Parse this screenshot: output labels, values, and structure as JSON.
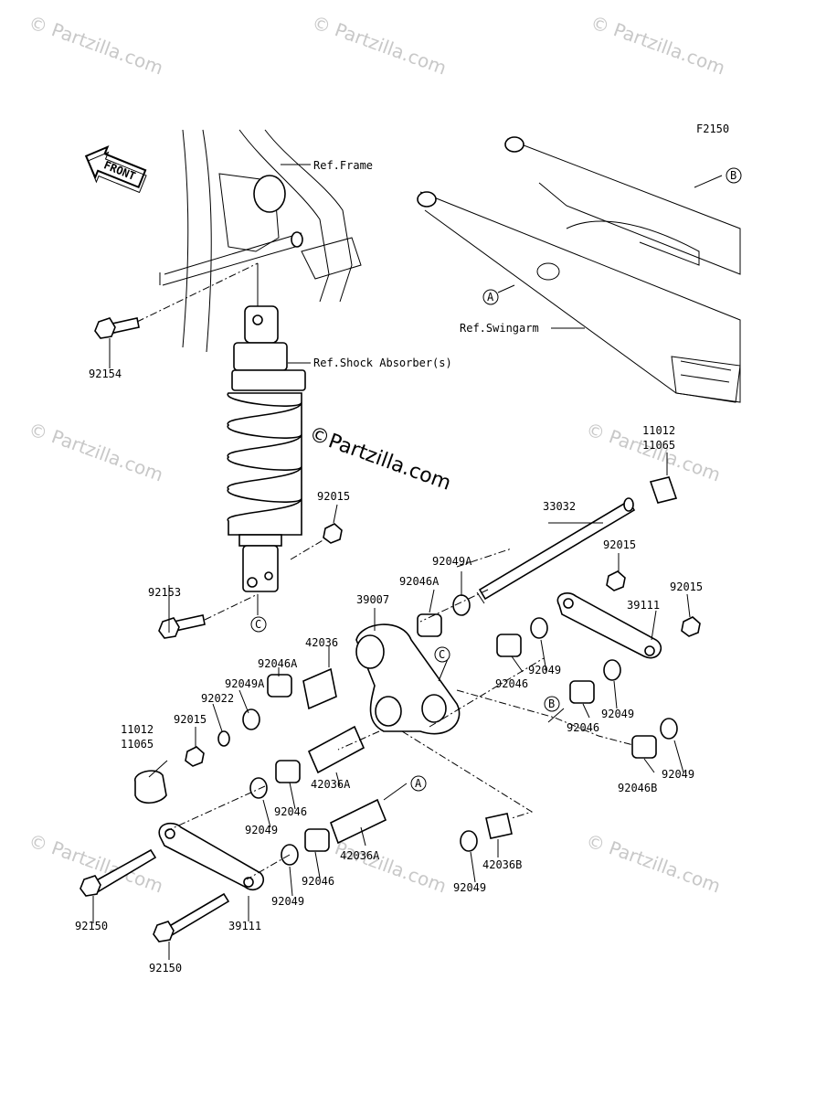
{
  "figure_code": "F2150",
  "front_label": "FRONT",
  "references": {
    "frame": "Ref.Frame",
    "swingarm": "Ref.Swingarm",
    "shock": "Ref.Shock Absorber(s)"
  },
  "watermark": {
    "text": "Partzilla.com",
    "center_text": "Partzilla.com",
    "symbol": "©"
  },
  "markers": {
    "a": "A",
    "b": "B",
    "c": "C"
  },
  "parts": {
    "p92154": "92154",
    "p92015_a": "92015",
    "p92153": "92153",
    "p33032": "33032",
    "p11012_top": "11012",
    "p11065_top": "11065",
    "p92015_b": "92015",
    "p92015_c": "92015",
    "p92049A_top": "92049A",
    "p92046A_top": "92046A",
    "p39007": "39007",
    "p39111_top": "39111",
    "p42036": "42036",
    "p92046A_left": "92046A",
    "p92049A_left": "92049A",
    "p92022": "92022",
    "p92015_d": "92015",
    "p11012_left": "11012",
    "p11065_left": "11065",
    "p92049_r1": "92049",
    "p92046_r1": "92046",
    "p92046_r2": "92046",
    "p92049_r2": "92049",
    "p92049_r3": "92049",
    "p92046B": "92046B",
    "p42036A_a": "42036A",
    "p92046_m1": "92046",
    "p92049_m1": "92049",
    "p42036A_b": "42036A",
    "p92046_m2": "92046",
    "p92049_m2": "92049",
    "p92049_bot": "92049",
    "p42036B": "42036B",
    "p92150_a": "92150",
    "p39111_bot": "39111",
    "p92150_b": "92150"
  }
}
